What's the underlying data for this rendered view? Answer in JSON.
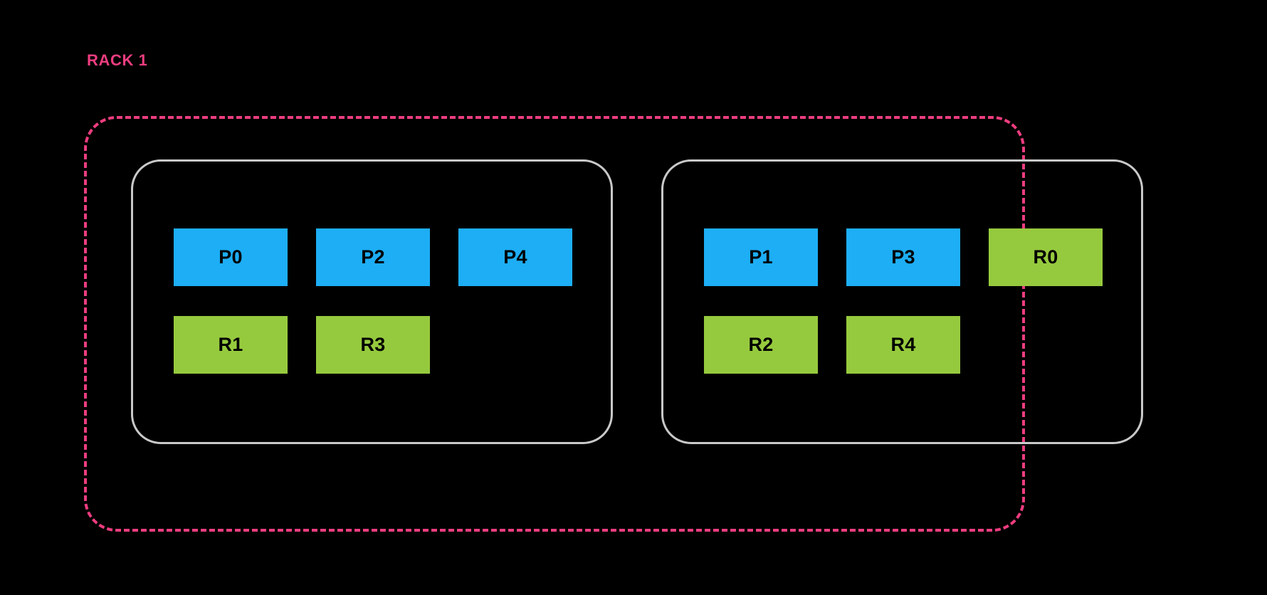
{
  "diagram": {
    "title": "RACK 1",
    "colors": {
      "background": "#000000",
      "rack_border": "#ee3d7f",
      "rack_label": "#ee3d7f",
      "node_border": "#c9c9c9",
      "primary_shard": "#1daef5",
      "replica_shard": "#96ca3e",
      "shard_label": "#000000"
    },
    "nodes": [
      {
        "id": "node-left",
        "rows": [
          [
            {
              "label": "P0",
              "kind": "primary"
            },
            {
              "label": "P2",
              "kind": "primary"
            },
            {
              "label": "P4",
              "kind": "primary"
            }
          ],
          [
            {
              "label": "R1",
              "kind": "replica"
            },
            {
              "label": "R3",
              "kind": "replica"
            }
          ]
        ]
      },
      {
        "id": "node-right",
        "rows": [
          [
            {
              "label": "P1",
              "kind": "primary"
            },
            {
              "label": "P3",
              "kind": "primary"
            },
            {
              "label": "R0",
              "kind": "replica"
            }
          ],
          [
            {
              "label": "R2",
              "kind": "replica"
            },
            {
              "label": "R4",
              "kind": "replica"
            }
          ]
        ]
      }
    ]
  }
}
